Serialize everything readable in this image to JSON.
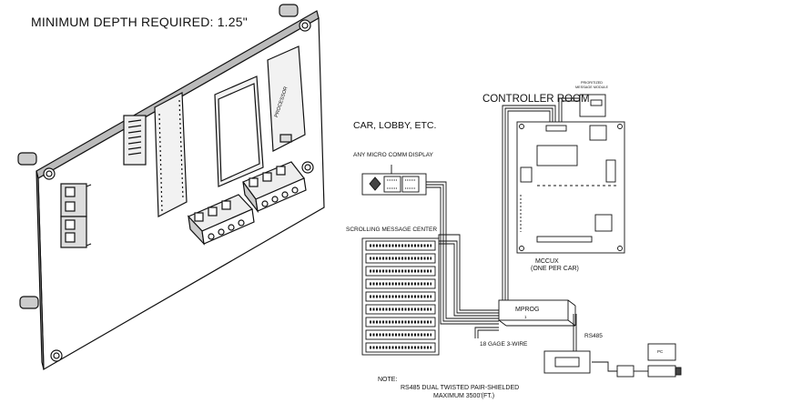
{
  "labels": {
    "min_depth": "MINIMUM DEPTH REQUIRED:  1.25\"",
    "controller_room": "CONTROLLER ROOM",
    "car_lobby": "CAR, LOBBY, ETC.",
    "any_display": "ANY MICRO COMM DISPLAY",
    "scrolling": "SCROLLING MESSAGE CENTER",
    "mccux": "MCCUX",
    "one_per_car": "(ONE PER CAR)",
    "mprog": "MPROG",
    "mprog_sub": "1",
    "gage": "18 GAGE 3-WIRE",
    "rs485": "RS485",
    "note": "NOTE:",
    "note_line1": "RS485 DUAL TWISTED PAIR-SHIELDED",
    "note_line2": "MAXIMUM 3500'(FT.)",
    "prioritized": "PRIORITIZED",
    "message_module": "MESSAGE MODULE",
    "pc": "PC",
    "processor": "PROCESSOR"
  },
  "colors": {
    "line": "#111111",
    "fill": "#ffffff",
    "shade": "#d8d8d8"
  }
}
